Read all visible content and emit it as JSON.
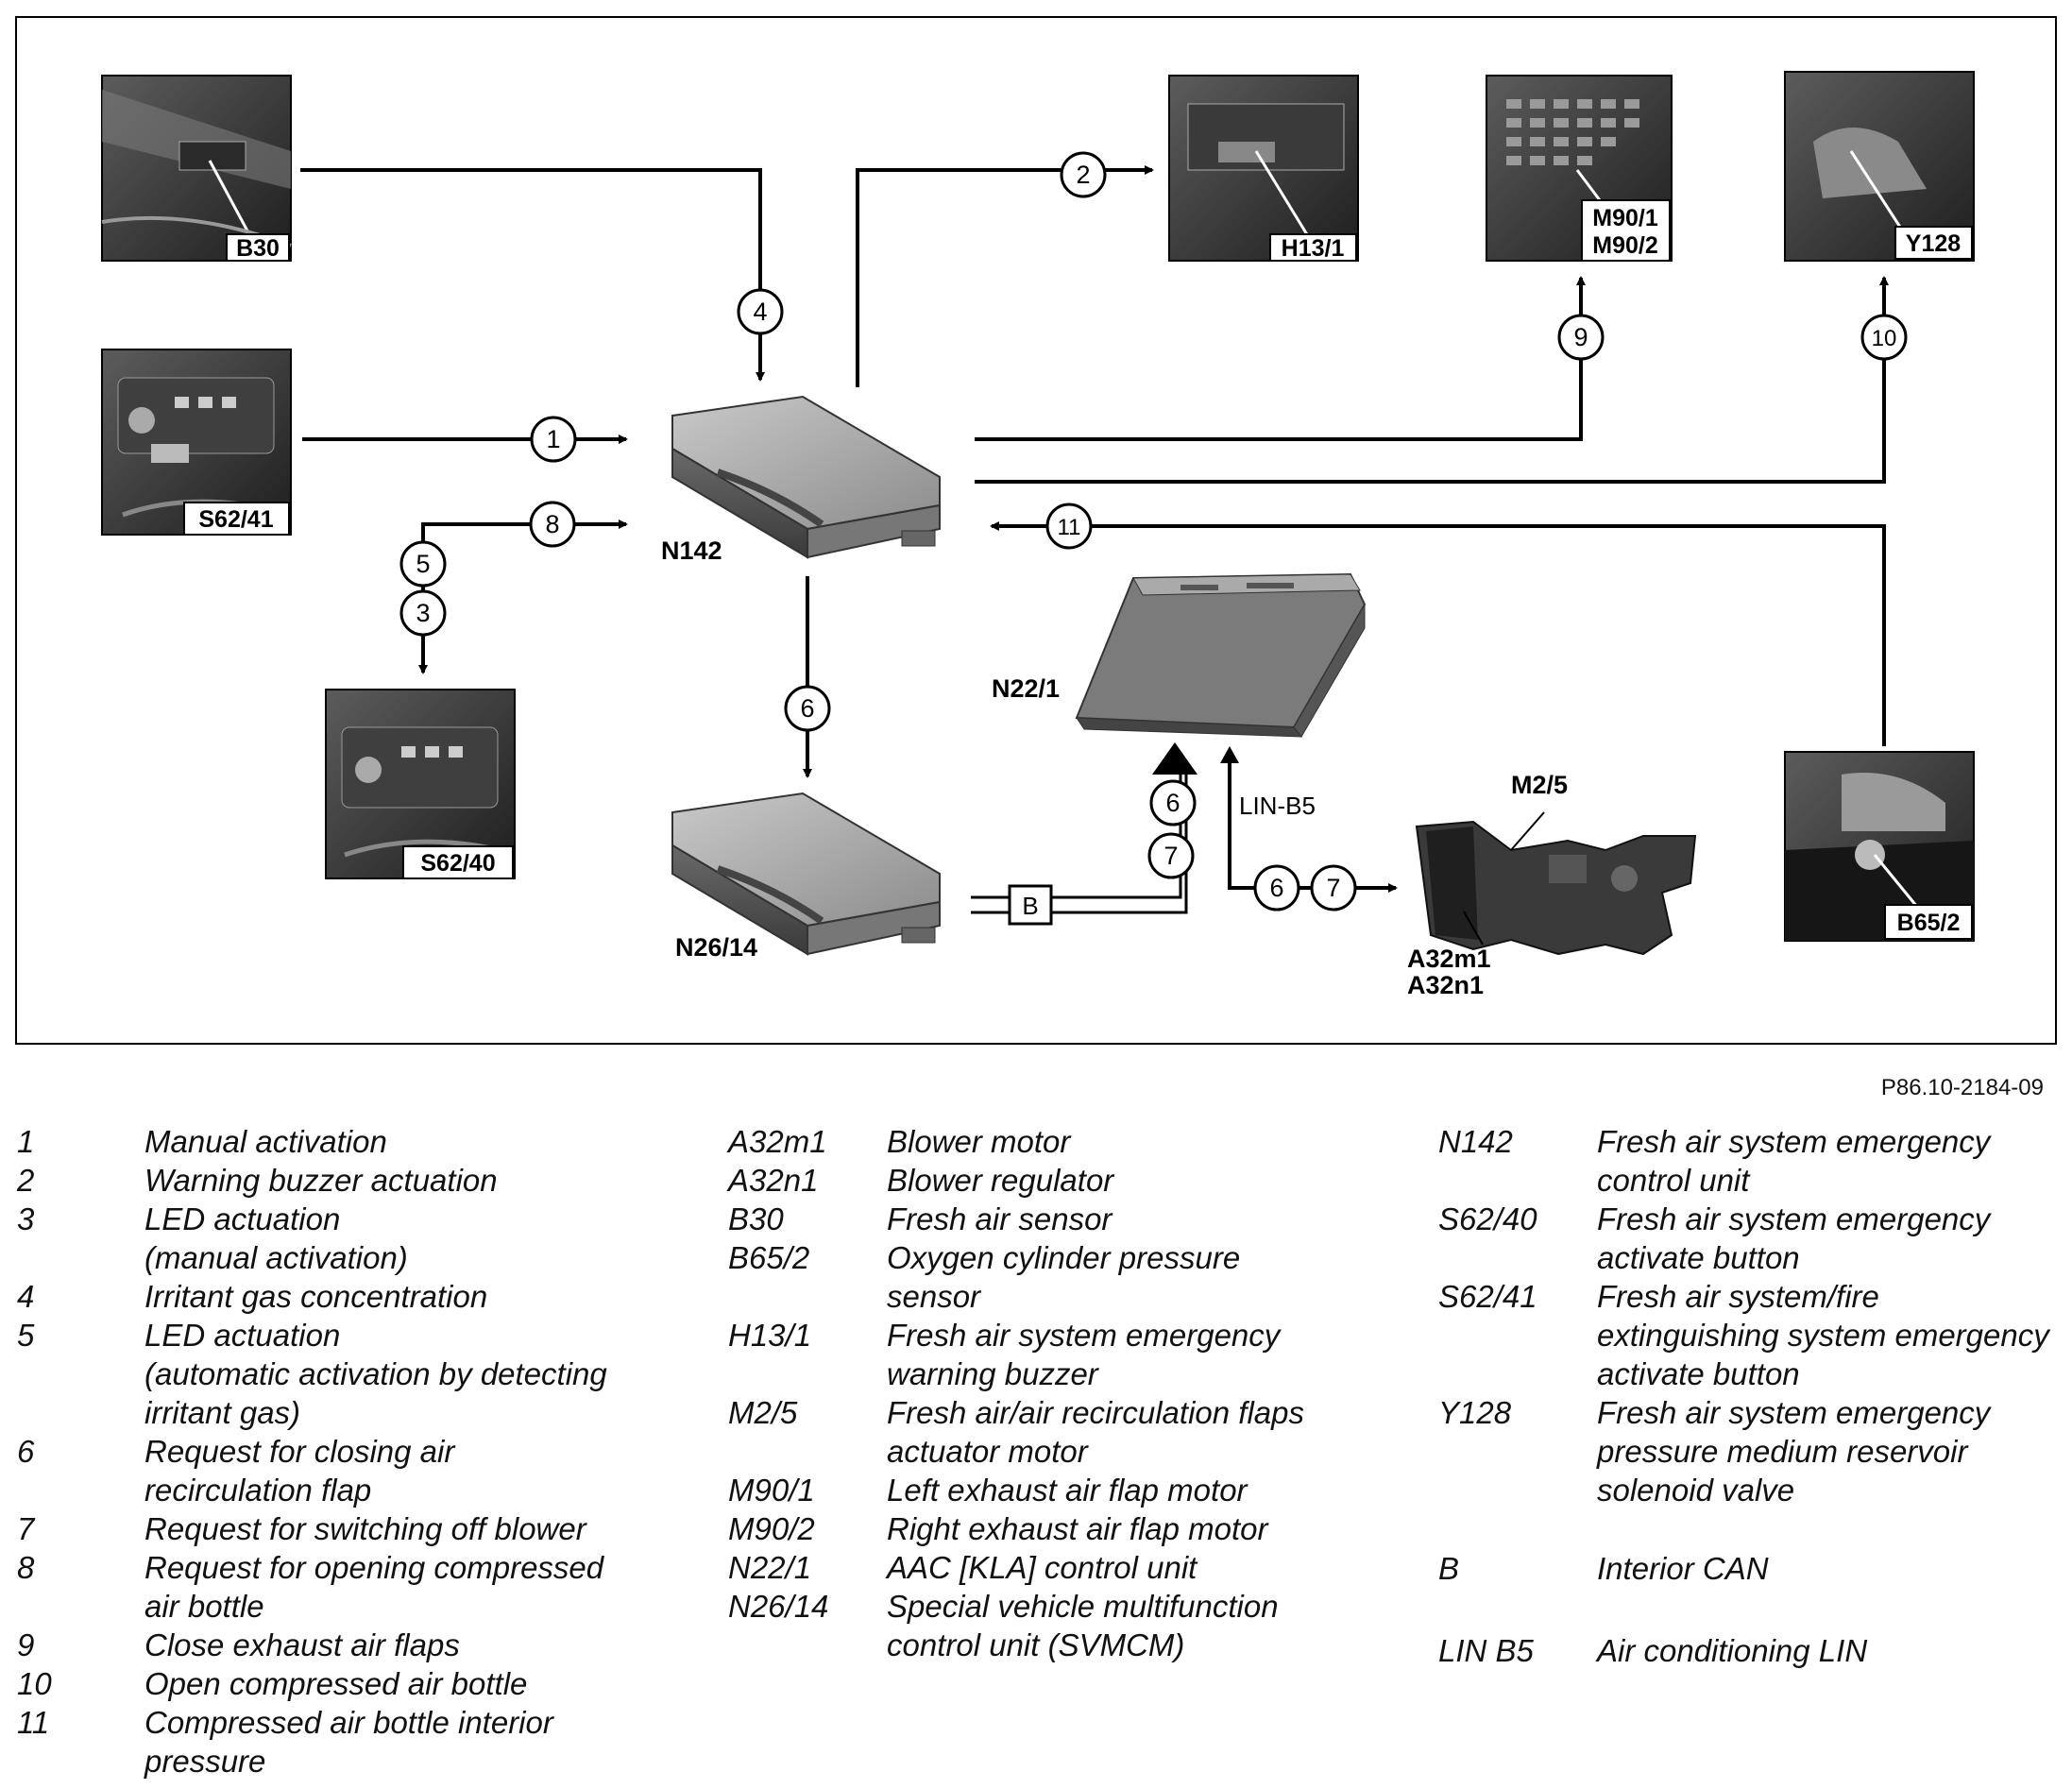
{
  "figure_id": "P86.10-2184-09",
  "components": {
    "b30": "B30",
    "h13_1": "H13/1",
    "m90_1": "M90/1",
    "m90_2": "M90/2",
    "y128": "Y128",
    "s62_41": "S62/41",
    "s62_40": "S62/40",
    "n142": "N142",
    "n26_14": "N26/14",
    "n22_1": "N22/1",
    "m2_5": "M2/5",
    "a32m1": "A32m1",
    "a32n1": "A32n1",
    "b65_2": "B65/2",
    "bus_b": "B",
    "lin_b5": "LIN-B5"
  },
  "signals": [
    "1",
    "2",
    "3",
    "4",
    "5",
    "6",
    "7",
    "8",
    "9",
    "10",
    "11"
  ],
  "legend": {
    "col1": [
      {
        "key": "1",
        "text": "Manual activation"
      },
      {
        "key": "2",
        "text": "Warning buzzer actuation"
      },
      {
        "key": "3",
        "text": "LED actuation\n(manual activation)"
      },
      {
        "key": "4",
        "text": "Irritant gas concentration"
      },
      {
        "key": "5",
        "text": "LED actuation\n(automatic activation by detecting\nirritant gas)"
      },
      {
        "key": "6",
        "text": "Request for closing air\nrecirculation flap"
      },
      {
        "key": "7",
        "text": "Request for switching off blower"
      },
      {
        "key": "8",
        "text": "Request for opening compressed\nair bottle"
      },
      {
        "key": "9",
        "text": "Close exhaust air flaps"
      },
      {
        "key": "10",
        "text": "Open compressed air bottle"
      },
      {
        "key": "11",
        "text": "Compressed air bottle interior\npressure"
      }
    ],
    "col2": [
      {
        "key": "A32m1",
        "text": "Blower motor"
      },
      {
        "key": "A32n1",
        "text": "Blower regulator"
      },
      {
        "key": "B30",
        "text": "Fresh air sensor"
      },
      {
        "key": "B65/2",
        "text": "Oxygen cylinder pressure\nsensor"
      },
      {
        "key": "H13/1",
        "text": "Fresh air system emergency\nwarning buzzer"
      },
      {
        "key": "M2/5",
        "text": "Fresh air/air recirculation flaps\nactuator motor"
      },
      {
        "key": "M90/1",
        "text": "Left exhaust air flap motor"
      },
      {
        "key": "M90/2",
        "text": "Right exhaust air flap motor"
      },
      {
        "key": "N22/1",
        "text": "AAC [KLA] control unit"
      },
      {
        "key": "N26/14",
        "text": "Special vehicle multifunction\ncontrol unit (SVMCM)"
      }
    ],
    "col3": [
      {
        "key": "N142",
        "text": "Fresh air system emergency\ncontrol unit"
      },
      {
        "key": "S62/40",
        "text": "Fresh air system emergency\nactivate button"
      },
      {
        "key": "S62/41",
        "text": "Fresh air system/fire\nextinguishing system emergency\nactivate button"
      },
      {
        "key": "Y128",
        "text": "Fresh air system emergency\npressure medium reservoir\nsolenoid valve"
      },
      {
        "key": "B",
        "text": "Interior CAN"
      },
      {
        "key": "LIN B5",
        "text": "Air conditioning LIN"
      }
    ]
  }
}
